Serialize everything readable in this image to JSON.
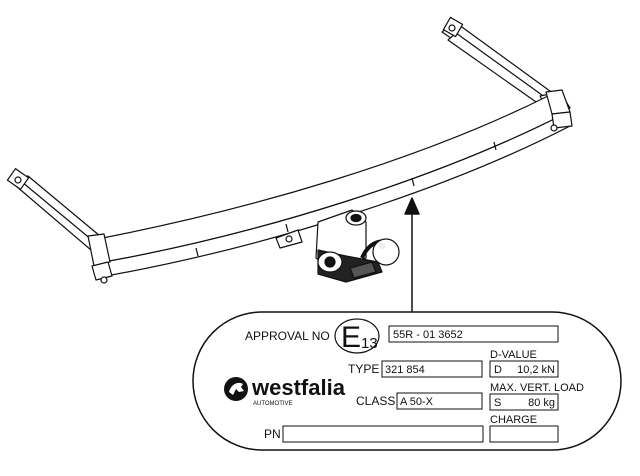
{
  "plate": {
    "approval_label": "APPROVAL NO",
    "e_mark_letter": "E",
    "e_mark_number": "13",
    "approval_value": "55R - 01 3652",
    "type_label": "TYPE",
    "type_value": "321 854",
    "class_label": "CLASS",
    "class_value": "A 50-X",
    "dvalue_label": "D-VALUE",
    "dvalue_prefix": "D",
    "dvalue_value": "10,2 kN",
    "load_label": "MAX. VERT. LOAD",
    "load_prefix": "S",
    "load_value": "80 kg",
    "charge_label": "CHARGE",
    "charge_value": "",
    "pn_label": "PN",
    "pn_value": "",
    "brand_name": "westfalia",
    "brand_sub": "AUTOMOTIVE"
  }
}
